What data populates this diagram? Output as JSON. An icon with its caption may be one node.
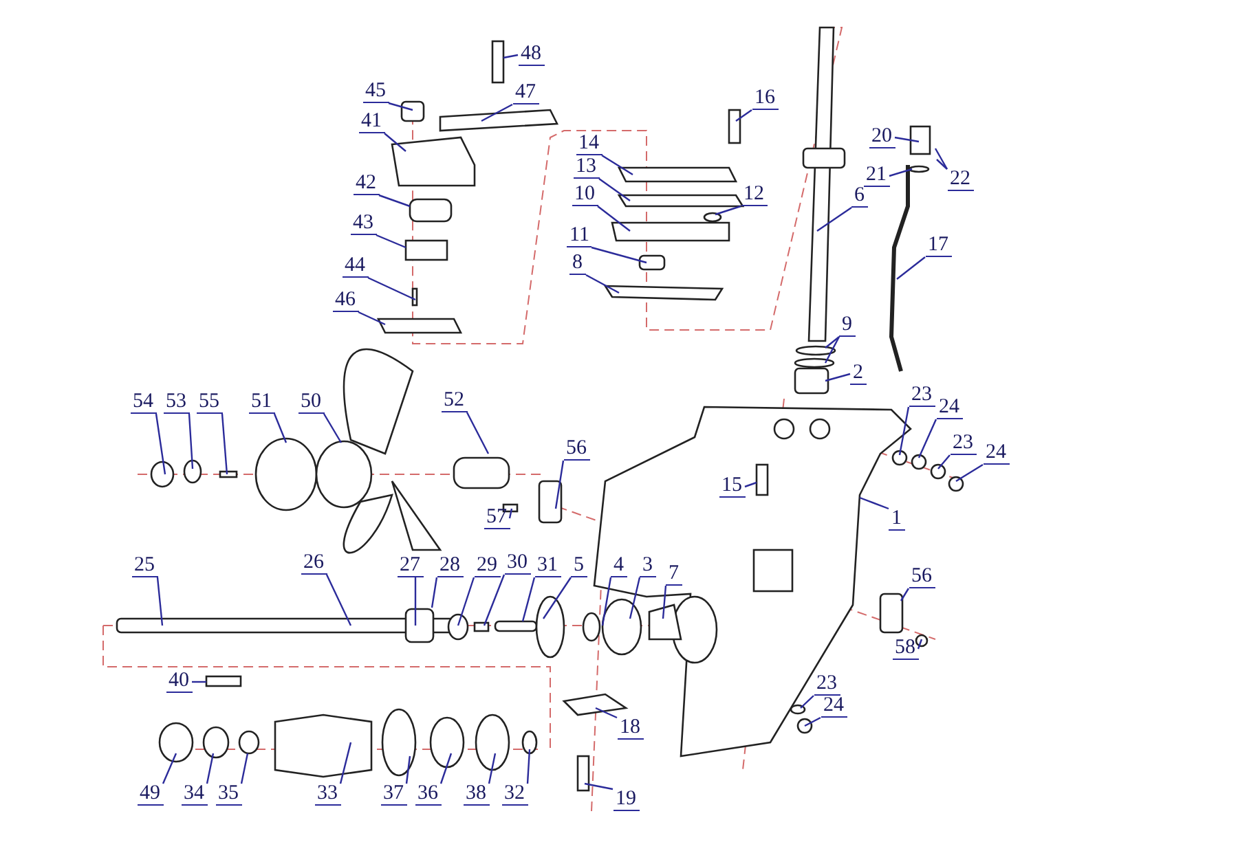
{
  "diagram": {
    "nodes": [
      {
        "text": [
          "48"
        ]
      },
      {
        "text": [
          "45"
        ]
      },
      {
        "text": [
          "47"
        ]
      },
      {
        "text": [
          "16"
        ]
      },
      {
        "text": [
          "20"
        ]
      },
      {
        "text": [
          "41"
        ]
      },
      {
        "text": [
          "22"
        ]
      },
      {
        "text": [
          "14"
        ]
      },
      {
        "text": [
          "21"
        ]
      },
      {
        "text": [
          "13"
        ]
      },
      {
        "text": [
          "12"
        ]
      },
      {
        "text": [
          "10"
        ]
      },
      {
        "text": [
          "42"
        ]
      },
      {
        "text": [
          "6"
        ]
      },
      {
        "text": [
          "43"
        ]
      },
      {
        "text": [
          "11"
        ]
      },
      {
        "text": [
          "17"
        ]
      },
      {
        "text": [
          "44"
        ]
      },
      {
        "text": [
          "8"
        ]
      },
      {
        "text": [
          "46"
        ]
      },
      {
        "text": [
          "9"
        ]
      },
      {
        "text": [
          "2"
        ]
      },
      {
        "text": [
          "54"
        ]
      },
      {
        "text": [
          "53"
        ]
      },
      {
        "text": [
          "55"
        ]
      },
      {
        "text": [
          "51"
        ]
      },
      {
        "text": [
          "50"
        ]
      },
      {
        "text": [
          "52"
        ]
      },
      {
        "text": [
          "23"
        ]
      },
      {
        "text": [
          "24"
        ]
      },
      {
        "text": [
          "56"
        ]
      },
      {
        "text": [
          "23"
        ]
      },
      {
        "text": [
          "24"
        ]
      },
      {
        "text": [
          "15"
        ]
      },
      {
        "text": [
          "57"
        ]
      },
      {
        "text": [
          "1"
        ]
      },
      {
        "text": [
          "25"
        ]
      },
      {
        "text": [
          "26"
        ]
      },
      {
        "text": [
          "27"
        ]
      },
      {
        "text": [
          "28"
        ]
      },
      {
        "text": [
          "29"
        ]
      },
      {
        "text": [
          "30"
        ]
      },
      {
        "text": [
          "31"
        ]
      },
      {
        "text": [
          "5"
        ]
      },
      {
        "text": [
          "4"
        ]
      },
      {
        "text": [
          "3"
        ]
      },
      {
        "text": [
          "7"
        ]
      },
      {
        "text": [
          "56"
        ]
      },
      {
        "text": [
          "58"
        ]
      },
      {
        "text": [
          "40"
        ]
      },
      {
        "text": [
          "18"
        ]
      },
      {
        "text": [
          "23"
        ]
      },
      {
        "text": [
          "24"
        ]
      },
      {
        "text": [
          "49"
        ]
      },
      {
        "text": [
          "34"
        ]
      },
      {
        "text": [
          "35"
        ]
      },
      {
        "text": [
          "33"
        ]
      },
      {
        "text": [
          "37"
        ]
      },
      {
        "text": [
          "36"
        ]
      },
      {
        "text": [
          "38"
        ]
      },
      {
        "text": [
          "32"
        ]
      },
      {
        "text": [
          "19"
        ]
      }
    ],
    "edges": [
      {
        "from": 0,
        "to": null,
        "arrow": "none"
      },
      {
        "from": 1,
        "to": null,
        "arrow": "none"
      },
      {
        "from": 2,
        "to": null,
        "arrow": "none"
      },
      {
        "from": 3,
        "to": null,
        "arrow": "none"
      },
      {
        "from": 4,
        "to": null,
        "arrow": "none"
      },
      {
        "from": 5,
        "to": null,
        "arrow": "none"
      },
      {
        "from": 6,
        "to": null,
        "arrow": "none"
      },
      {
        "from": 6,
        "to": null,
        "arrow": "none"
      },
      {
        "from": 7,
        "to": null,
        "arrow": "none"
      },
      {
        "from": 8,
        "to": null,
        "arrow": "none"
      },
      {
        "from": 9,
        "to": null,
        "arrow": "none"
      },
      {
        "from": 10,
        "to": null,
        "arrow": "none"
      },
      {
        "from": 11,
        "to": null,
        "arrow": "none"
      },
      {
        "from": 12,
        "to": null,
        "arrow": "none"
      },
      {
        "from": 13,
        "to": null,
        "arrow": "none"
      },
      {
        "from": 14,
        "to": null,
        "arrow": "none"
      },
      {
        "from": 15,
        "to": null,
        "arrow": "none"
      },
      {
        "from": 16,
        "to": null,
        "arrow": "none"
      },
      {
        "from": 17,
        "to": null,
        "arrow": "none"
      },
      {
        "from": 18,
        "to": null,
        "arrow": "none"
      },
      {
        "from": 19,
        "to": null,
        "arrow": "none"
      },
      {
        "from": 20,
        "to": null,
        "arrow": "none"
      },
      {
        "from": 20,
        "to": null,
        "arrow": "none"
      },
      {
        "from": 21,
        "to": null,
        "arrow": "none"
      },
      {
        "from": 22,
        "to": null,
        "arrow": "none"
      },
      {
        "from": 23,
        "to": null,
        "arrow": "none"
      },
      {
        "from": 24,
        "to": null,
        "arrow": "none"
      },
      {
        "from": 25,
        "to": null,
        "arrow": "none"
      },
      {
        "from": 26,
        "to": null,
        "arrow": "none"
      },
      {
        "from": 27,
        "to": null,
        "arrow": "none"
      },
      {
        "from": 28,
        "to": null,
        "arrow": "none"
      },
      {
        "from": 29,
        "to": null,
        "arrow": "none"
      },
      {
        "from": 30,
        "to": null,
        "arrow": "none"
      },
      {
        "from": 31,
        "to": null,
        "arrow": "none"
      },
      {
        "from": 32,
        "to": null,
        "arrow": "none"
      },
      {
        "from": 33,
        "to": null,
        "arrow": "none"
      },
      {
        "from": 34,
        "to": null,
        "arrow": "none"
      },
      {
        "from": 35,
        "to": null,
        "arrow": "none"
      },
      {
        "from": 36,
        "to": null,
        "arrow": "none"
      },
      {
        "from": 37,
        "to": null,
        "arrow": "none"
      },
      {
        "from": 38,
        "to": null,
        "arrow": "none"
      },
      {
        "from": 39,
        "to": null,
        "arrow": "none"
      },
      {
        "from": 40,
        "to": null,
        "arrow": "none"
      },
      {
        "from": 41,
        "to": null,
        "arrow": "none"
      },
      {
        "from": 42,
        "to": null,
        "arrow": "none"
      },
      {
        "from": 43,
        "to": null,
        "arrow": "none"
      },
      {
        "from": 44,
        "to": null,
        "arrow": "none"
      },
      {
        "from": 45,
        "to": null,
        "arrow": "none"
      },
      {
        "from": 46,
        "to": null,
        "arrow": "none"
      },
      {
        "from": 47,
        "to": null,
        "arrow": "none"
      },
      {
        "from": 48,
        "to": null,
        "arrow": "none"
      },
      {
        "from": 49,
        "to": null,
        "arrow": "none"
      },
      {
        "from": 50,
        "to": null,
        "arrow": "none"
      },
      {
        "from": 51,
        "to": null,
        "arrow": "none"
      },
      {
        "from": 52,
        "to": null,
        "arrow": "none"
      },
      {
        "from": 53,
        "to": null,
        "arrow": "none"
      },
      {
        "from": 54,
        "to": null,
        "arrow": "none"
      },
      {
        "from": 55,
        "to": null,
        "arrow": "none"
      },
      {
        "from": 56,
        "to": null,
        "arrow": "none"
      },
      {
        "from": 57,
        "to": null,
        "arrow": "none"
      },
      {
        "from": 58,
        "to": null,
        "arrow": "none"
      },
      {
        "from": 59,
        "to": null,
        "arrow": "none"
      },
      {
        "from": 60,
        "to": null,
        "arrow": "none"
      },
      {
        "from": 61,
        "to": null,
        "arrow": "none"
      }
    ]
  }
}
